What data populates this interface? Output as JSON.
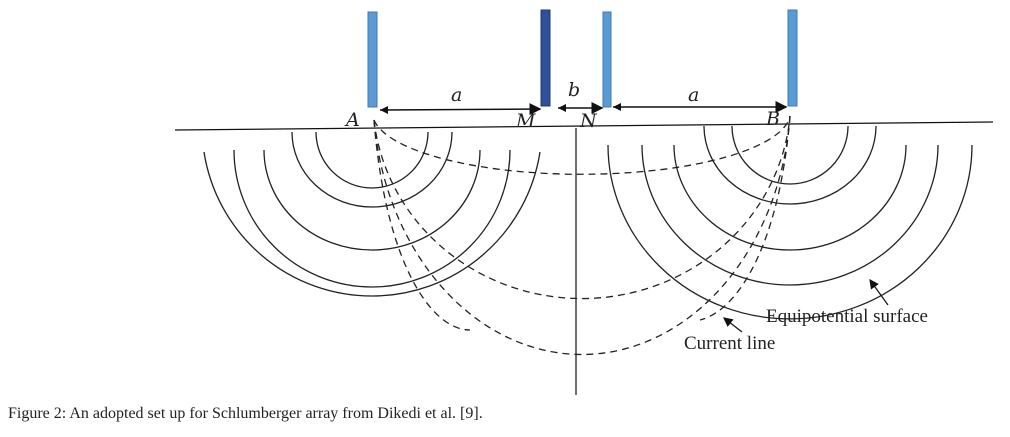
{
  "labels": {
    "a_left": "a",
    "b": "b",
    "a_right": "a",
    "A": "A",
    "M": "M",
    "N": "N",
    "B": "B"
  },
  "annotations": {
    "equipotential": "Equipotential surface",
    "current": "Current line"
  },
  "caption": {
    "figure_label": "Figure",
    "text": " 2: An adopted set up for Schlumberger array from Dikedi et al. [9]."
  },
  "colors": {
    "electrode": "#5b9bd5",
    "electrode_dark": "#2f4f9a"
  }
}
